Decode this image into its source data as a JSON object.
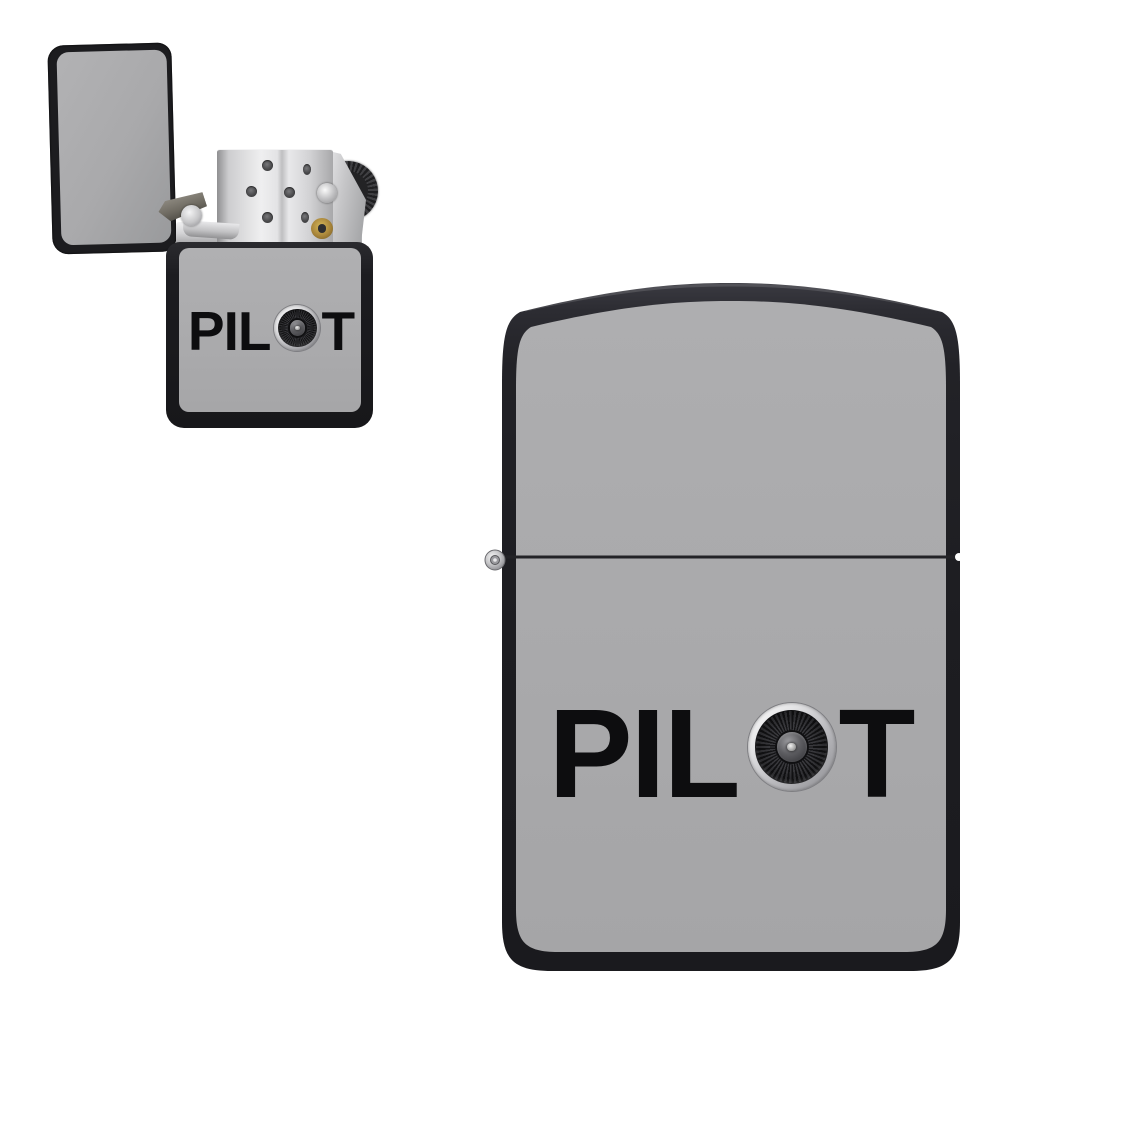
{
  "design": {
    "word": "PILOT",
    "word_start": "PIL",
    "word_end": "T",
    "o_icon": "jet-engine-turbine",
    "text_color": "#0d0d0f"
  },
  "objects": {
    "open_lighter": {
      "state": "open",
      "print": "PILOT"
    },
    "closed_lighter": {
      "state": "closed",
      "print": "PILOT"
    }
  },
  "colors": {
    "background": "#ffffff",
    "case_black": "#1d1d21",
    "panel_gray": "#a9a9ab",
    "chrome_light": "#efeff0",
    "chrome_dark": "#8e8e92",
    "flint_wheel_black": "#232325",
    "brass_screw": "#a8853a",
    "turbine_ring": "#d9d9db",
    "turbine_fan_dark": "#141416"
  }
}
